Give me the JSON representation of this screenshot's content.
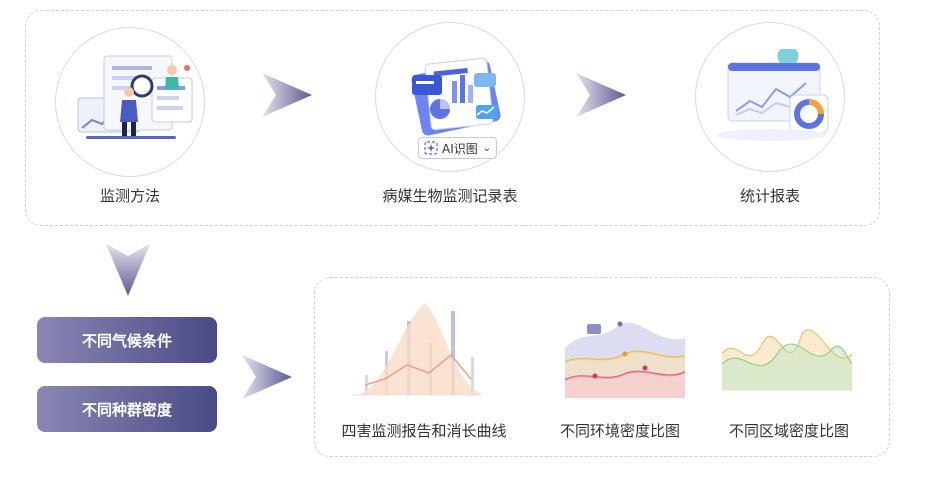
{
  "top_flow": {
    "steps": [
      {
        "label": "监测方法",
        "icon": "person-magnifier-analysis-icon"
      },
      {
        "label": "病媒生物监测记录表",
        "icon": "report-document-icon"
      },
      {
        "label": "统计报表",
        "icon": "dashboard-chart-icon"
      }
    ],
    "ai_badge": {
      "label": "AI识图",
      "icon": "ai-recognition-icon"
    }
  },
  "conditions": [
    {
      "label": "不同气候条件"
    },
    {
      "label": "不同种群密度"
    }
  ],
  "outputs": [
    {
      "label": "四害监测报告和消长曲线",
      "icon": "bar-line-chart-icon"
    },
    {
      "label": "不同环境密度比图",
      "icon": "multi-wave-chart-icon"
    },
    {
      "label": "不同区域密度比图",
      "icon": "area-wave-chart-icon"
    }
  ],
  "colors": {
    "accent": "#4a4a86",
    "accent_light": "#8a87b3",
    "arrow": "#7d7ba8"
  }
}
